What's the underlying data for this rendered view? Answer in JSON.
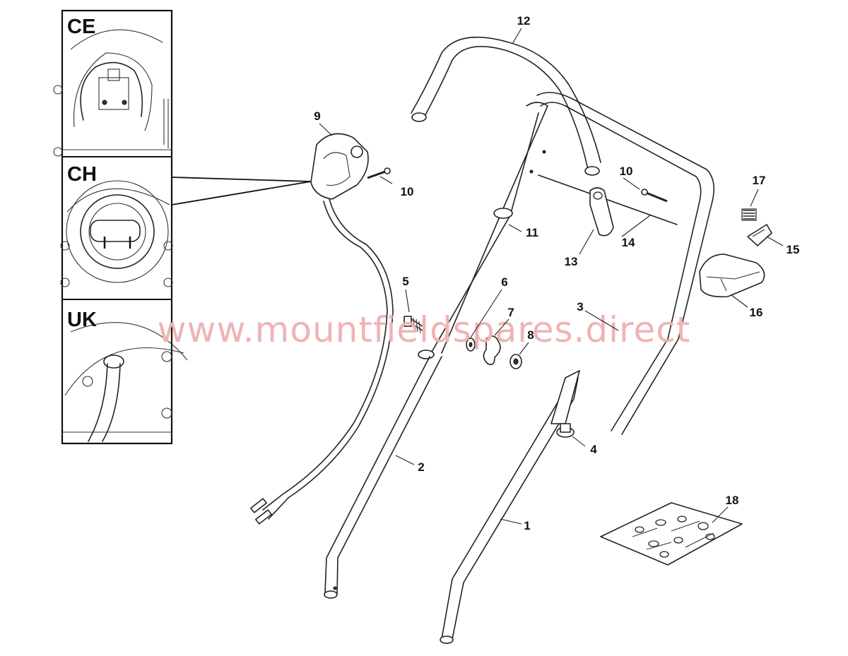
{
  "watermark": "www.mountfieldspares.direct",
  "inset": {
    "panels": [
      {
        "id": "ce",
        "label": "CE"
      },
      {
        "id": "ch",
        "label": "CH"
      },
      {
        "id": "uk",
        "label": "UK"
      }
    ]
  },
  "callouts": {
    "p1": "1",
    "p2": "2",
    "p3": "3",
    "p4": "4",
    "p5": "5",
    "p6": "6",
    "p7": "7",
    "p8": "8",
    "p9": "9",
    "p10a": "10",
    "p10b": "10",
    "p11": "11",
    "p12": "12",
    "p13": "13",
    "p14": "14",
    "p15": "15",
    "p16": "16",
    "p17": "17",
    "p18": "18"
  }
}
